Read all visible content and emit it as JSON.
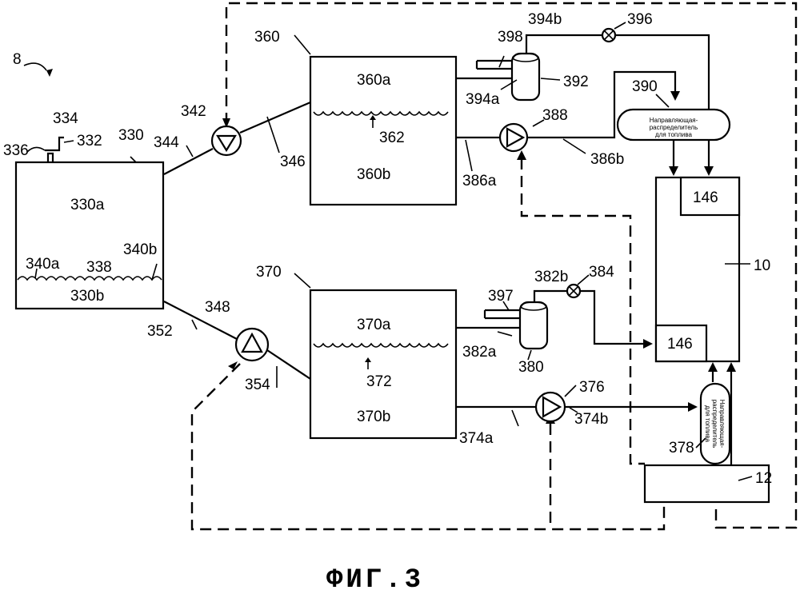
{
  "figure_caption": "ФИГ.3",
  "ref_system": "8",
  "main_tank": {
    "ref": "330",
    "upper": "330a",
    "lower": "330b",
    "cap": "332",
    "cap_top": "334",
    "vent": "336",
    "surface": "338",
    "wave_left": "340a",
    "wave_right": "340b"
  },
  "tank_360": {
    "ref": "360",
    "upper": "360a",
    "lower": "360b",
    "level": "362"
  },
  "tank_370": {
    "ref": "370",
    "upper": "370a",
    "lower": "370b",
    "level": "372"
  },
  "pumps": {
    "p342": "342",
    "p348": "348",
    "p388": "388",
    "p376": "376"
  },
  "lines": {
    "l344": "344",
    "l346": "346",
    "l352": "352",
    "l354": "354",
    "l386a": "386a",
    "l386b": "386b",
    "l374a": "374a",
    "l374b": "374b",
    "l394a": "394a",
    "l394b": "394b",
    "l382a": "382a",
    "l382b": "382b"
  },
  "canisters": {
    "c392": "392",
    "c380": "380",
    "n398": "398",
    "n397": "397"
  },
  "valves": {
    "v396": "396",
    "v384": "384"
  },
  "rail_390": {
    "ref": "390",
    "text_line1": "Направляющая-",
    "text_line2": "распределитель",
    "text_line3": "для топлива"
  },
  "rail_378": {
    "ref": "378",
    "text_line1": "Направляющая-",
    "text_line2": "распределитель",
    "text_line3": "для топлива"
  },
  "engine": {
    "ref": "10",
    "injector_top": "146",
    "injector_bottom": "146"
  },
  "controller": {
    "ref": "12"
  }
}
